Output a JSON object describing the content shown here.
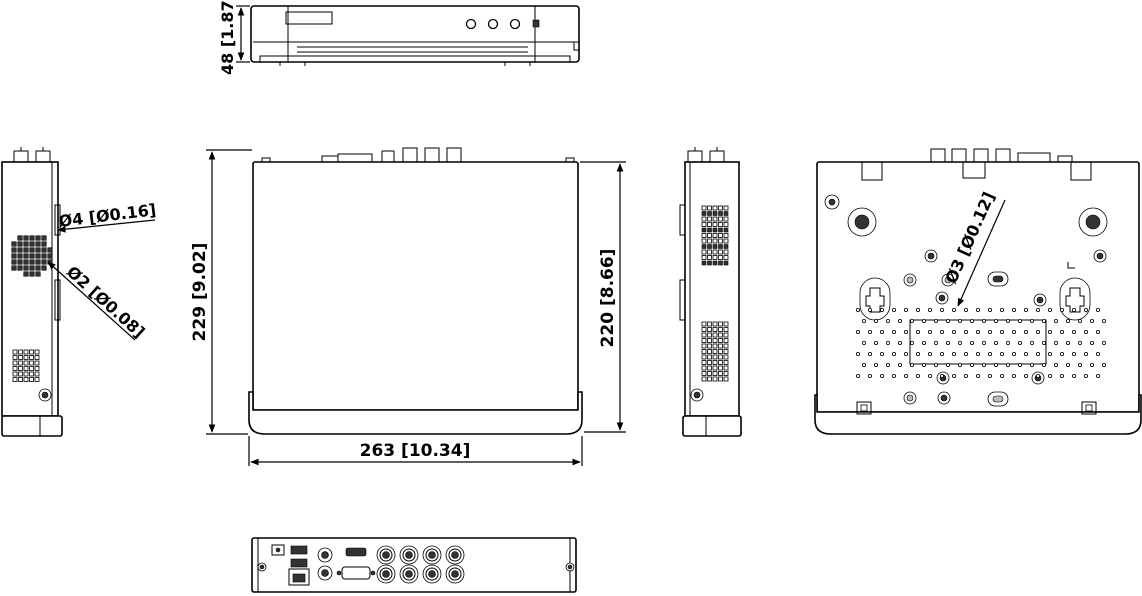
{
  "dimensions": {
    "height": "48 [1.87]",
    "depth_total": "229 [9.02]",
    "depth_body": "220 [8.66]",
    "width": "263 [10.34]",
    "hole_side_large": "Ø4 [Ø0.16]",
    "hole_side_small": "Ø2 [Ø0.08]",
    "hole_bottom": "Ø3 [Ø0.12]"
  },
  "views": [
    "front-view",
    "top-view",
    "left-side-view",
    "right-side-view",
    "bottom-view",
    "rear-view"
  ]
}
